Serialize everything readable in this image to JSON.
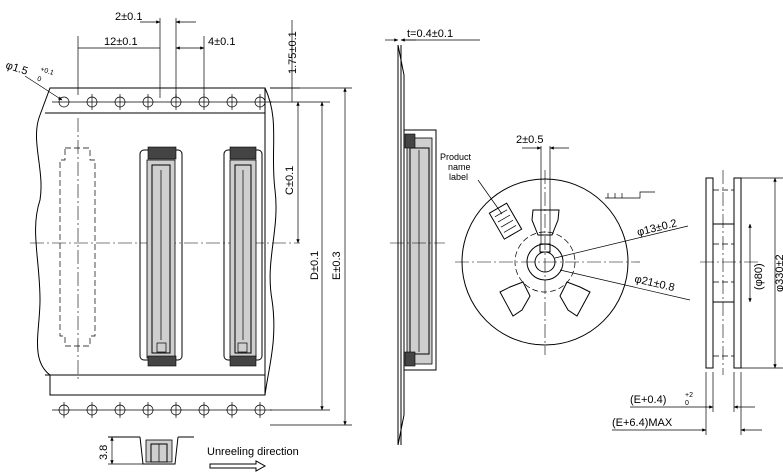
{
  "dimensions": {
    "pitch_2": "2±0.1",
    "pitch_12": "12±0.1",
    "pitch_4": "4±0.1",
    "hole_dia": "φ1.5",
    "hole_tol_plus": "+0.1",
    "hole_tol_zero": "0",
    "edge_1_75": "1.75±0.1",
    "c_dim": "C±0.1",
    "d_dim": "D±0.1",
    "e_dim": "E±0.3",
    "t_dim": "t=0.4±0.1",
    "reel_2": "2±0.5",
    "reel_13": "φ13±0.2",
    "reel_21": "φ21±0.8",
    "reel_80": "(φ80)",
    "reel_330": "φ330±2",
    "reel_e04": "(E+0.4)",
    "reel_e04_plus": "+2",
    "reel_e04_zero": "0",
    "reel_e64": "(E+6.4)MAX",
    "height_3_8": "3.8"
  },
  "labels": {
    "product_label_line1": "Product",
    "product_label_line2": "name",
    "product_label_line3": "label",
    "unreeling": "Unreeling direction"
  }
}
